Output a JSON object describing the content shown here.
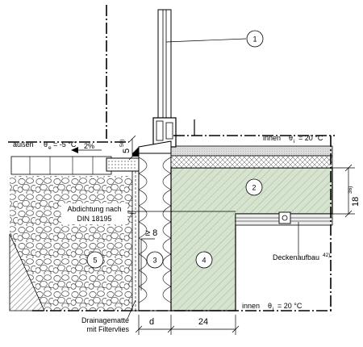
{
  "markers": [
    "1",
    "2",
    "3",
    "4",
    "5"
  ],
  "labels": {
    "outside": "außen",
    "theta_e_symbol": "θ",
    "theta_e_sub": "e",
    "theta_e_value": "= -5 °C",
    "slope": "2%",
    "inside_top": "innen",
    "theta_i_symbol": "θ",
    "theta_i_sub": "i",
    "theta_i_value": "= 20 °C",
    "inside_bottom": "innen",
    "theta_i2_symbol": "θ",
    "theta_i2_sub": "i",
    "theta_i2_value": "= 20 °C",
    "sealing_line1": "Abdichtung nach",
    "sealing_line2": "DIN 18195",
    "drain_line1": "Drainagematte",
    "drain_line2": "mit Filtervlies",
    "ceiling": "Deckenaufbau",
    "ceiling_note": "42)"
  },
  "dimensions": {
    "gap_value": "5",
    "gap_note": "50)",
    "slab_value": "18",
    "slab_note": "36)",
    "min_value": "≥ 8",
    "d_value": "d",
    "wall_value": "24"
  },
  "colors": {
    "concrete": "#d5e3cf",
    "screed": "#d9d9d9",
    "insulation": "#ffffff",
    "line": "#000000"
  }
}
